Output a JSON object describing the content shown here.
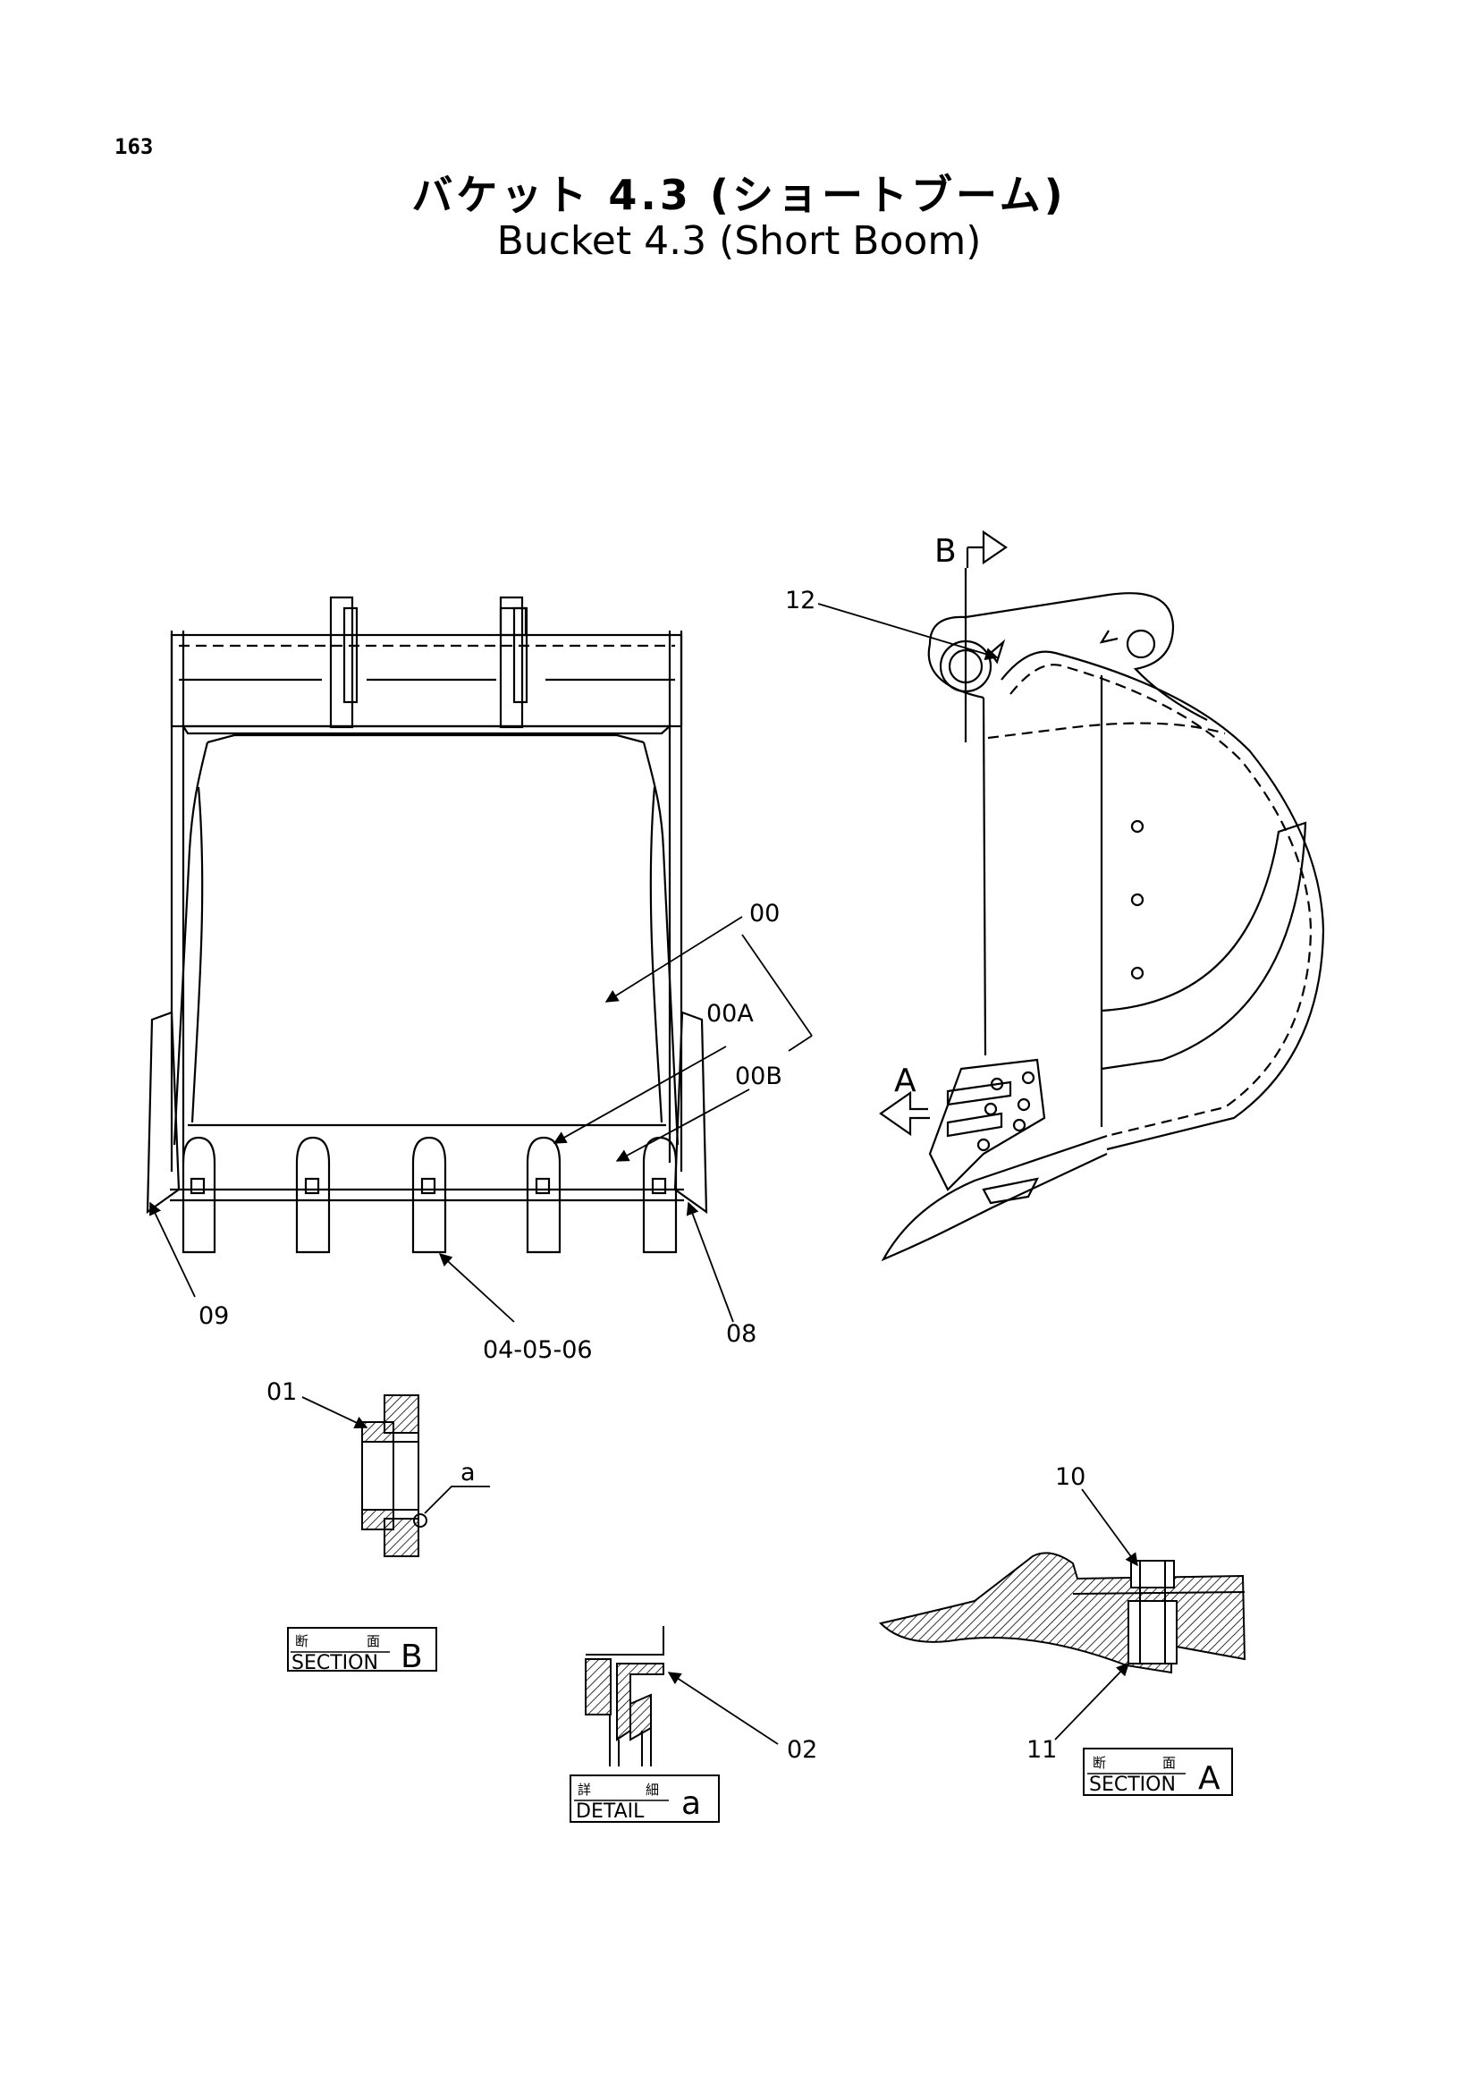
{
  "page_number": "163",
  "title_jp": "バケット 4.3 (ショートブーム)",
  "title_en": "Bucket 4.3 (Short Boom)",
  "callouts": {
    "c00": "00",
    "c00a": "00A",
    "c00b": "00B",
    "c01": "01",
    "c02": "02",
    "c04_05_06": "04-05-06",
    "c08": "08",
    "c09": "09",
    "c10": "10",
    "c11": "11",
    "c12": "12",
    "ca": "a"
  },
  "view_markers": {
    "b": "B",
    "a": "A"
  },
  "labels": {
    "section_b": {
      "jp_1": "断",
      "jp_2": "面",
      "en": "SECTION",
      "letter": "B"
    },
    "detail_a": {
      "jp_1": "詳",
      "jp_2": "細",
      "en": "DETAIL",
      "letter": "a"
    },
    "section_a": {
      "jp_1": "断",
      "jp_2": "面",
      "en": "SECTION",
      "letter": "A"
    }
  },
  "colors": {
    "ink": "#000000",
    "paper": "#ffffff"
  }
}
